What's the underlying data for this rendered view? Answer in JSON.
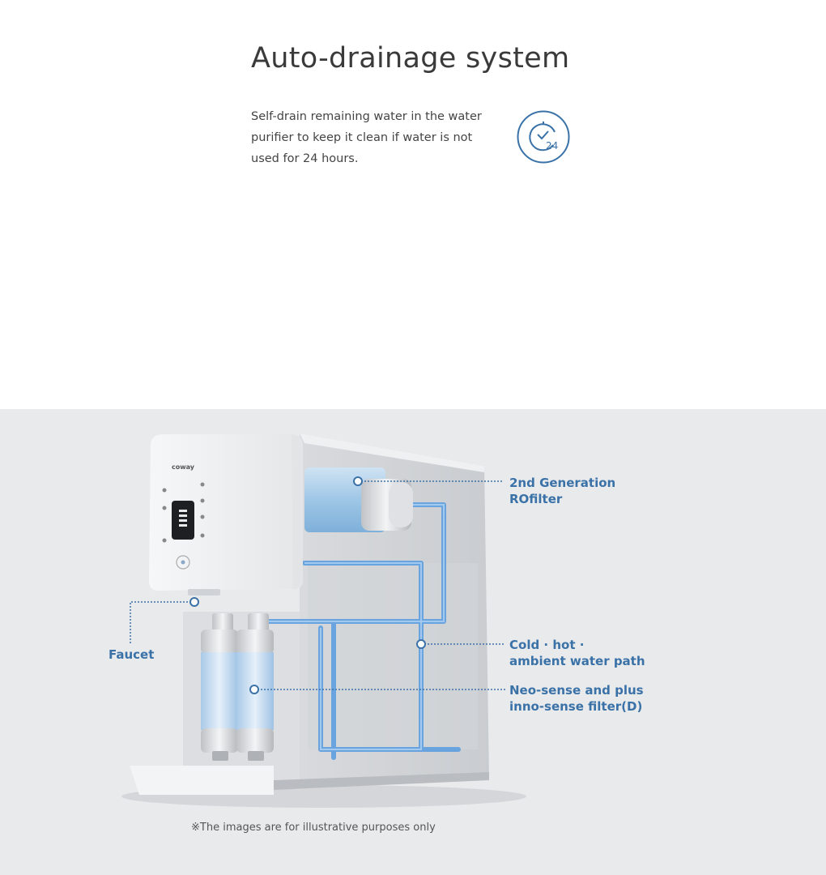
{
  "section": {
    "title": "Auto-drainage system",
    "description": "Self-drain remaining water in the water purifier to keep it clean if water is not used for 24 hours.",
    "icon": "timer-24h-icon",
    "icon_text": "24",
    "icon_color": "#3a72a8"
  },
  "product": {
    "brand": "coway",
    "labels": {
      "ro_filter_line1": "2nd Generation",
      "ro_filter_line2": "ROfilter",
      "water_path_line1": "Cold · hot ·",
      "water_path_line2": "ambient water path",
      "neo_sense_line1": "Neo-sense and plus",
      "neo_sense_line2": "inno-sense filter(D)",
      "faucet": "Faucet"
    },
    "label_color": "#3a72a8"
  },
  "footnote": "※The images are for illustrative purposes only"
}
